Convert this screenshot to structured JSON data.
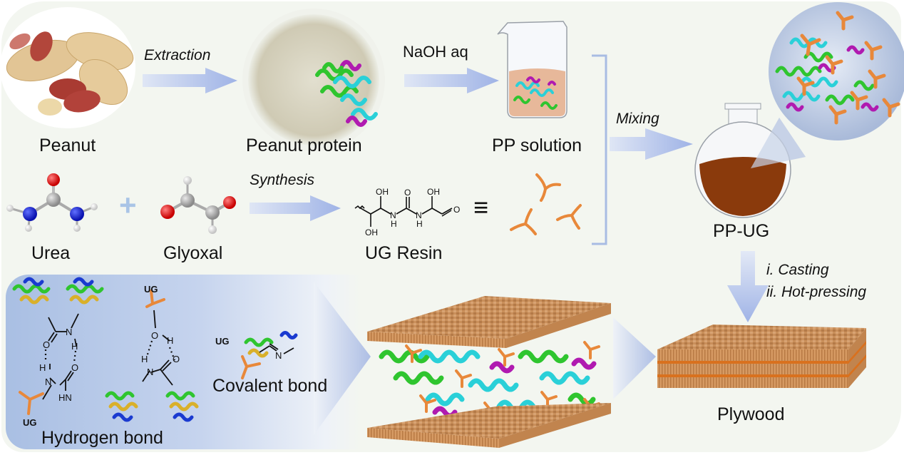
{
  "figure": {
    "stages": {
      "peanut": "Peanut",
      "peanut_protein": "Peanut protein",
      "pp_solution": "PP solution",
      "pp_ug": "PP-UG",
      "urea": "Urea",
      "glyoxal": "Glyoxal",
      "ug_resin": "UG Resin",
      "plywood": "Plywood"
    },
    "steps": {
      "extraction": "Extraction",
      "naoh": "NaOH aq",
      "synthesis": "Synthesis",
      "mixing": "Mixing",
      "casting": "i. Casting",
      "hot_pressing": "ii. Hot-pressing"
    },
    "operators": {
      "plus": "+",
      "equivalent": "≡"
    },
    "bonds": {
      "hydrogen": "Hydrogen bond",
      "covalent": "Covalent bond"
    },
    "chem_labels": {
      "ug": "UG",
      "oh": "OH",
      "o": "O",
      "n": "N",
      "h": "H",
      "hn": "HN"
    },
    "colors": {
      "arrow": "#a9bce8",
      "resin_orange": "#e8883a",
      "protein_green": "#2fc52f",
      "protein_cyan": "#2ad0d8",
      "protein_magenta": "#b01ab0",
      "wood": "#d39a62",
      "flask_liquid": "#8a3a0c",
      "oxygen_red": "#e01818",
      "nitrogen_blue": "#1a2ae0",
      "carbon_gray": "#9a9a9a"
    }
  }
}
